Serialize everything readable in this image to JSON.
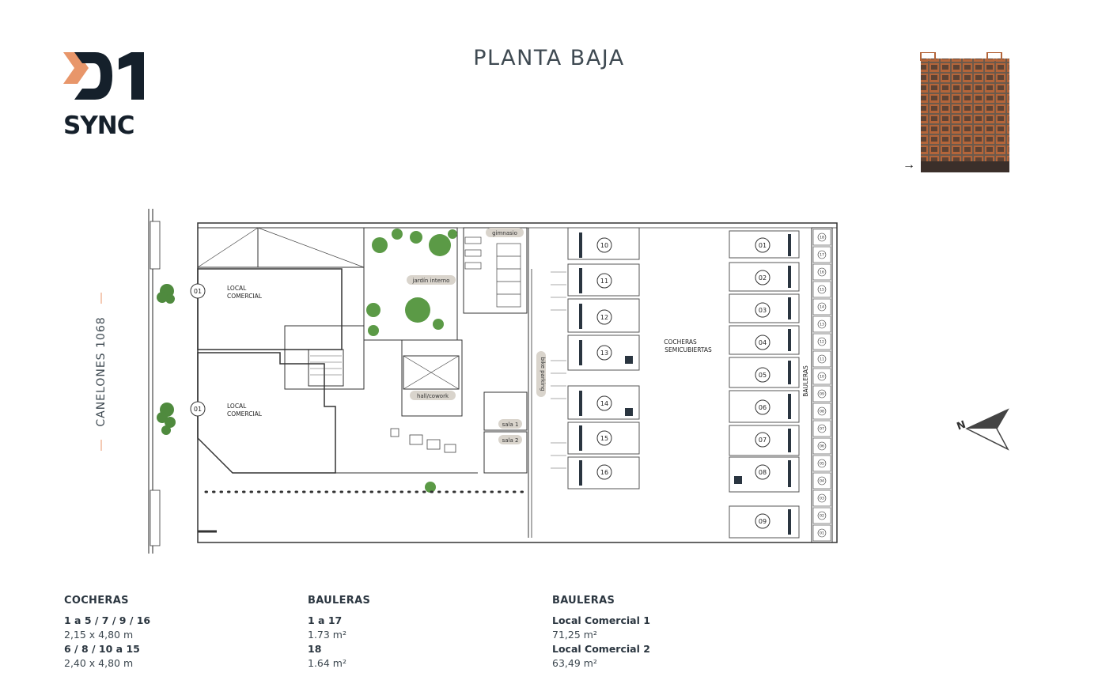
{
  "brand": {
    "number": "01",
    "name": "SYNC",
    "accent": "#e8966a",
    "dark": "#15202b"
  },
  "title": "PLANTA BAJA",
  "street_label": "CANELONES 1068",
  "plan": {
    "locales": [
      {
        "num": "01",
        "label1": "LOCAL",
        "label2": "COMERCIAL"
      },
      {
        "num": "01",
        "label1": "LOCAL",
        "label2": "COMERCIAL"
      }
    ],
    "rooms": {
      "gimnasio": "gimnasio",
      "jardin": "jardín interno",
      "hall": "hall/cowork",
      "sala1": "sala 1",
      "sala2": "sala 2",
      "bike": "bike parking"
    },
    "cocheras_label1": "COCHERAS",
    "cocheras_label2": "SEMICUBIERTAS",
    "bauleras_label": "BAULERAS",
    "parking_left": [
      "10",
      "11",
      "12",
      "13",
      "14",
      "15",
      "16"
    ],
    "parking_right": [
      "01",
      "02",
      "03",
      "04",
      "05",
      "06",
      "07",
      "08",
      "09"
    ],
    "bauleras": [
      "18",
      "17",
      "16",
      "15",
      "14",
      "13",
      "12",
      "11",
      "10",
      "09",
      "08",
      "07",
      "06",
      "05",
      "04",
      "03",
      "02",
      "01"
    ]
  },
  "north_label": "N",
  "legend": [
    {
      "heading": "COCHERAS",
      "rows": [
        {
          "bold": "1 a 5 / 7 /  9 / 16",
          "normal": "2,15 x 4,80 m"
        },
        {
          "bold": "6 / 8 / 10 a 15",
          "normal": "2,40 x 4,80 m"
        }
      ]
    },
    {
      "heading": "BAULERAS",
      "rows": [
        {
          "bold": "1 a 17",
          "normal": "1.73 m²"
        },
        {
          "bold": "18",
          "normal": "1.64 m²"
        }
      ]
    },
    {
      "heading": "BAULERAS",
      "rows": [
        {
          "bold": "Local Comercial 1",
          "normal": "71,25 m²"
        },
        {
          "bold": "Local Comercial 2",
          "normal": "63,49 m²"
        }
      ]
    }
  ]
}
